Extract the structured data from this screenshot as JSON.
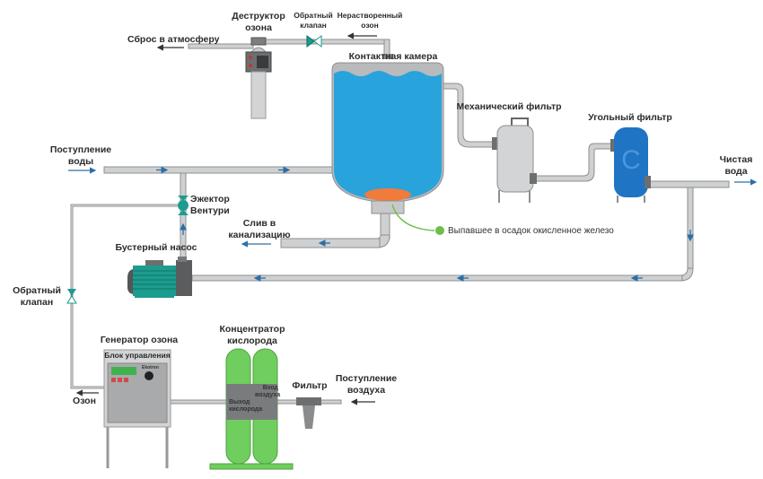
{
  "title": "Схема озонирования воды",
  "colors": {
    "pipe": "#cfd0d1",
    "pipe_edge": "#8e8f90",
    "tank_water": "#29a3dc",
    "tank_shell": "#b9babb",
    "sediment": "#f07b3a",
    "carbon_filter": "#1f74c3",
    "pump_motor": "#1c9c8e",
    "concentrator": "#6fce5e",
    "valve": "#1c9c8e",
    "flow_arrow": "#2a6fa8",
    "note_dot": "#6cc04a"
  },
  "components": {
    "ozone_destructor": "Деструктор\nозона",
    "check_valve_top": "Обратный\nклапан",
    "undissolved_ozone": "Нерастворенный\nозон",
    "vent_to_atmosphere": "Сброс в атмосферу",
    "contact_chamber": "Контактная камера",
    "mechanical_filter": "Механический фильтр",
    "carbon_filter": "Угольный фильтр",
    "carbon_filter_mark": "C",
    "clean_water": "Чистая\nвода",
    "water_inlet": "Поступление\nводы",
    "venturi_ejector": "Эжектор\nВентури",
    "drain": "Слив в\nканализацию",
    "sediment_note": "Выпавшее в осадок окисленное железо",
    "booster_pump": "Бустерный насос",
    "check_valve_left": "Обратный\nклапан",
    "ozone_generator": "Генератор озона",
    "control_unit": "Блок управления",
    "control_knob_label": "Ekotron",
    "ozone_out": "Озон",
    "oxygen_concentrator": "Концентратор\nкислорода",
    "air_inlet_port": "Вход\nвоздуха",
    "oxygen_outlet_port": "Выход\nкислорода",
    "air_filter": "Фильтр",
    "air_inlet": "Поступление\nвоздуха"
  }
}
